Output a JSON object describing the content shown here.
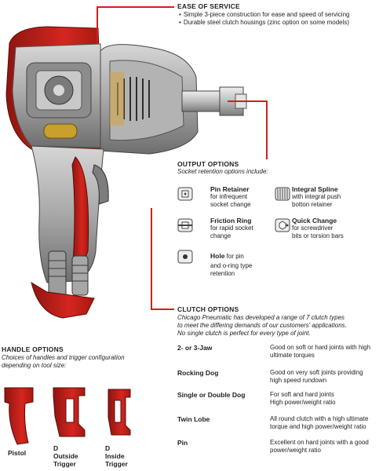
{
  "ease": {
    "title": "EASE OF SERVICE",
    "bullets": [
      "Simple 3-piece construction for ease and speed of servicing",
      "Durable steel clutch housings (zinc option on some models)"
    ]
  },
  "output": {
    "title": "OUTPUT OPTIONS",
    "subtitle": "Socket retention options include:",
    "items": [
      {
        "title": "Pin Retainer",
        "desc1": "for infrequent",
        "desc2": "socket change",
        "icon": "pin-retainer-icon"
      },
      {
        "title": "Friction Ring",
        "desc1": "for rapid socket",
        "desc2": "change",
        "icon": "friction-ring-icon"
      },
      {
        "title": "Hole",
        "desc0": " for pin",
        "desc1": "and o-ring type",
        "desc2": "retention",
        "icon": "hole-icon"
      },
      {
        "title": "Integral Spline",
        "desc1": "with integral push",
        "desc2": "botton retainer",
        "icon": "integral-spline-icon"
      },
      {
        "title": "Quick Change",
        "desc1": "for screwdriver",
        "desc2": "bits or torsion bars",
        "icon": "quick-change-icon"
      }
    ]
  },
  "clutch": {
    "title": "CLUTCH OPTIONS",
    "lines": [
      "Chicago Pneumatic has developed a range of 7 clutch types",
      "to meet the differing demands of our customers' applications.",
      "No single clutch is perfect for every type of joint."
    ],
    "rows": [
      {
        "label": "2- or 3-Jaw",
        "d1": "Good on soft or hard joints with high",
        "d2": "ultimate torques"
      },
      {
        "label": "Rocking Dog",
        "d1": "Good on very soft joints providing",
        "d2": "high speed rundown"
      },
      {
        "label": "Single or Double Dog",
        "d1": "For soft and hard joints",
        "d2": "High power/weight ratio"
      },
      {
        "label": "Twin Lobe",
        "d1": "All round clutch with a high ultimate",
        "d2": "torque and high power/weight ratio"
      },
      {
        "label": "Pin",
        "d1": "Excellent on hard joints with a good",
        "d2": "power/weight ratio"
      }
    ]
  },
  "handle": {
    "title": "HANDLE OPTIONS",
    "lines": [
      "Choices of handles and trigger configuration",
      "depending on tool size:"
    ],
    "captions": {
      "pistol": "Pistol",
      "d_outside": [
        "D",
        "Outside",
        "Trigger"
      ],
      "d_inside": [
        "D",
        "Inside",
        "Trigger"
      ]
    }
  },
  "colors": {
    "accent": "#d41e1e",
    "tool_red": "#c8201c",
    "tool_grey": "#9a9a9a"
  }
}
